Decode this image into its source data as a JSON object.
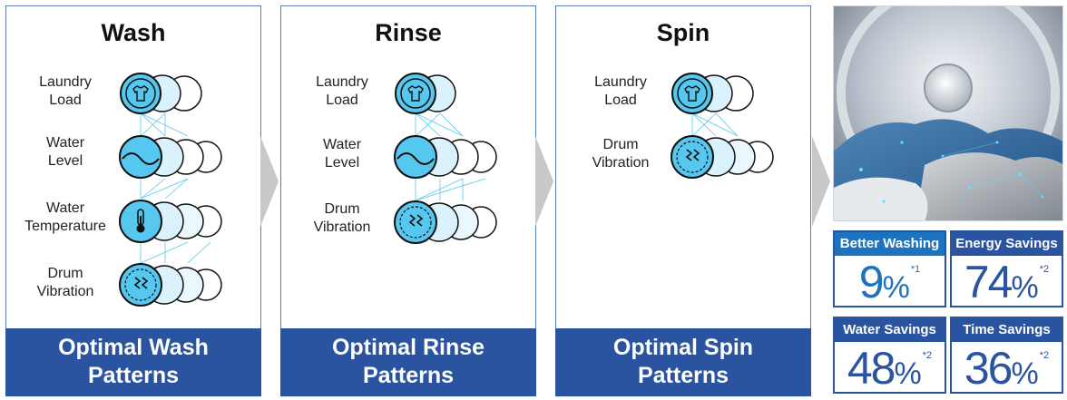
{
  "panels": [
    {
      "title": "Wash",
      "rows": [
        {
          "line1": "Laundry",
          "line2": "Load",
          "icon": "laundry-icon"
        },
        {
          "line1": "Water",
          "line2": "Level",
          "icon": "water-wave-icon"
        },
        {
          "line1": "Water",
          "line2": "Temperature",
          "icon": "thermometer-icon"
        },
        {
          "line1": "Drum",
          "line2": "Vibration",
          "icon": "vibration-icon"
        }
      ],
      "footer_line1": "Optimal Wash",
      "footer_line2": "Patterns"
    },
    {
      "title": "Rinse",
      "rows": [
        {
          "line1": "Laundry",
          "line2": "Load",
          "icon": "laundry-icon"
        },
        {
          "line1": "Water",
          "line2": "Level",
          "icon": "water-wave-icon"
        },
        {
          "line1": "Drum",
          "line2": "Vibration",
          "icon": "vibration-icon"
        }
      ],
      "footer_line1": "Optimal Rinse",
      "footer_line2": "Patterns"
    },
    {
      "title": "Spin",
      "rows": [
        {
          "line1": "Laundry",
          "line2": "Load",
          "icon": "laundry-icon"
        },
        {
          "line1": "Drum",
          "line2": "Vibration",
          "icon": "vibration-icon"
        }
      ],
      "footer_line1": "Optimal Spin",
      "footer_line2": "Patterns"
    }
  ],
  "stats": [
    {
      "label": "Better Washing",
      "value": "9",
      "unit": "%",
      "note": "*1",
      "style": "light"
    },
    {
      "label": "Energy Savings",
      "value": "74",
      "unit": "%",
      "note": "*2",
      "style": "dark"
    },
    {
      "label": "Water Savings",
      "value": "48",
      "unit": "%",
      "note": "*2",
      "style": "dark"
    },
    {
      "label": "Time Savings",
      "value": "36",
      "unit": "%",
      "note": "*2",
      "style": "dark"
    }
  ],
  "colors": {
    "brand_blue": "#2a54a0",
    "accent_blue": "#1e73bf",
    "icon_fill": "#56c7ee",
    "arrow_gray": "#c8c8c8"
  },
  "photo": {
    "icon": "drum-laundry-photo"
  }
}
